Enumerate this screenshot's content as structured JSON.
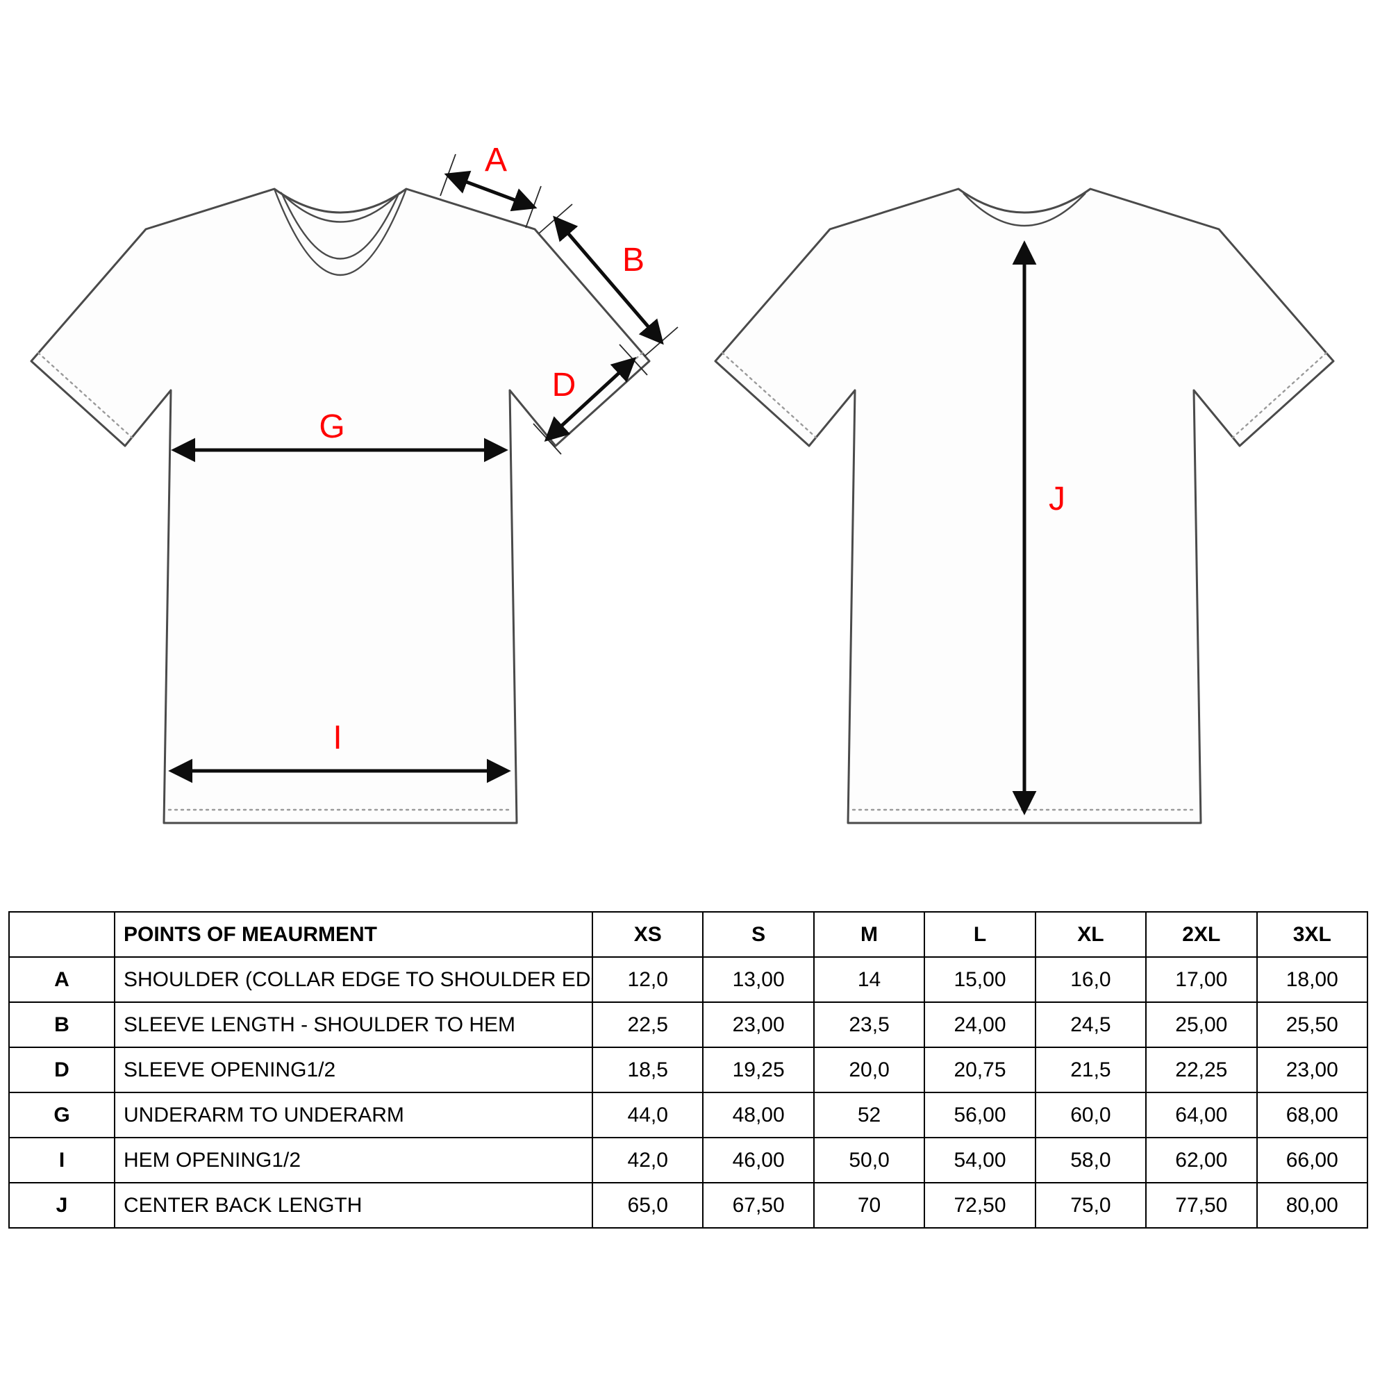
{
  "diagram": {
    "label_color": "#ff0000",
    "outline_color": "#4a4a4a",
    "labels": {
      "A": "A",
      "B": "B",
      "D": "D",
      "G": "G",
      "I": "I",
      "J": "J"
    }
  },
  "table": {
    "header": [
      "",
      "POINTS OF MEAURMENT",
      "XS",
      "S",
      "M",
      "L",
      "XL",
      "2XL",
      "3XL"
    ],
    "rows": [
      {
        "key": "A",
        "label": "SHOULDER (COLLAR EDGE TO SHOULDER EDGE)",
        "values": [
          "12,0",
          "13,00",
          "14",
          "15,00",
          "16,0",
          "17,00",
          "18,00"
        ]
      },
      {
        "key": "B",
        "label": "SLEEVE LENGTH - SHOULDER TO HEM",
        "values": [
          "22,5",
          "23,00",
          "23,5",
          "24,00",
          "24,5",
          "25,00",
          "25,50"
        ]
      },
      {
        "key": "D",
        "label": "SLEEVE OPENING1/2",
        "values": [
          "18,5",
          "19,25",
          "20,0",
          "20,75",
          "21,5",
          "22,25",
          "23,00"
        ]
      },
      {
        "key": "G",
        "label": "UNDERARM TO UNDERARM",
        "values": [
          "44,0",
          "48,00",
          "52",
          "56,00",
          "60,0",
          "64,00",
          "68,00"
        ]
      },
      {
        "key": "I",
        "label": "HEM OPENING1/2",
        "values": [
          "42,0",
          "46,00",
          "50,0",
          "54,00",
          "58,0",
          "62,00",
          "66,00"
        ]
      },
      {
        "key": "J",
        "label": "CENTER BACK LENGTH",
        "values": [
          "65,0",
          "67,50",
          "70",
          "72,50",
          "75,0",
          "77,50",
          "80,00"
        ]
      }
    ]
  }
}
